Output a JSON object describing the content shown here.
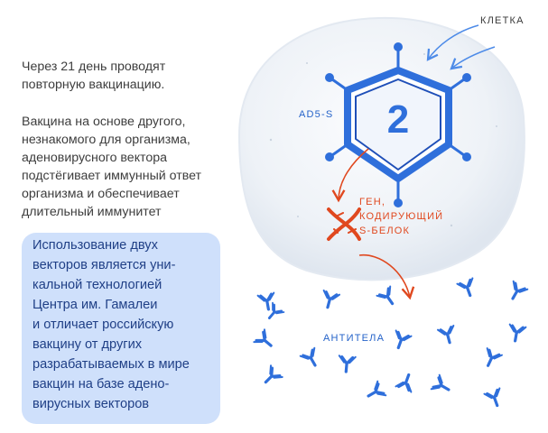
{
  "paragraphs": {
    "first": "Через 21 день проводят\nповторную вакцинацию.",
    "second": "Вакцина на основе другого,\nнезнакомого для организма,\nаденовирусного вектора\nподстёгивает иммунный ответ\nорганизма и обеспечивает\nдлительный иммунитет"
  },
  "callout": {
    "text": "Использование двух\nвекторов является уни-\nкальной технологией\nЦентра им. Гамалеи\nи отличает российскую\nвакцину от других\nразрабатываемых в мире\nвакцин на базе адено-\nвирусных векторов"
  },
  "labels": {
    "cell": "КЛЕТКА",
    "vector": "AD5-S",
    "vector_number": "2",
    "gene": "ГЕН,\nКОДИРУЮЩИЙ\nS-БЕЛОК",
    "antibodies": "АНТИТЕЛА"
  },
  "colors": {
    "blue": "#2f6fdb",
    "blue_dark": "#1f4fb8",
    "orange": "#e0481f",
    "callout_bg": "#cfe0fb",
    "cell_fill": "#eef3f8"
  }
}
